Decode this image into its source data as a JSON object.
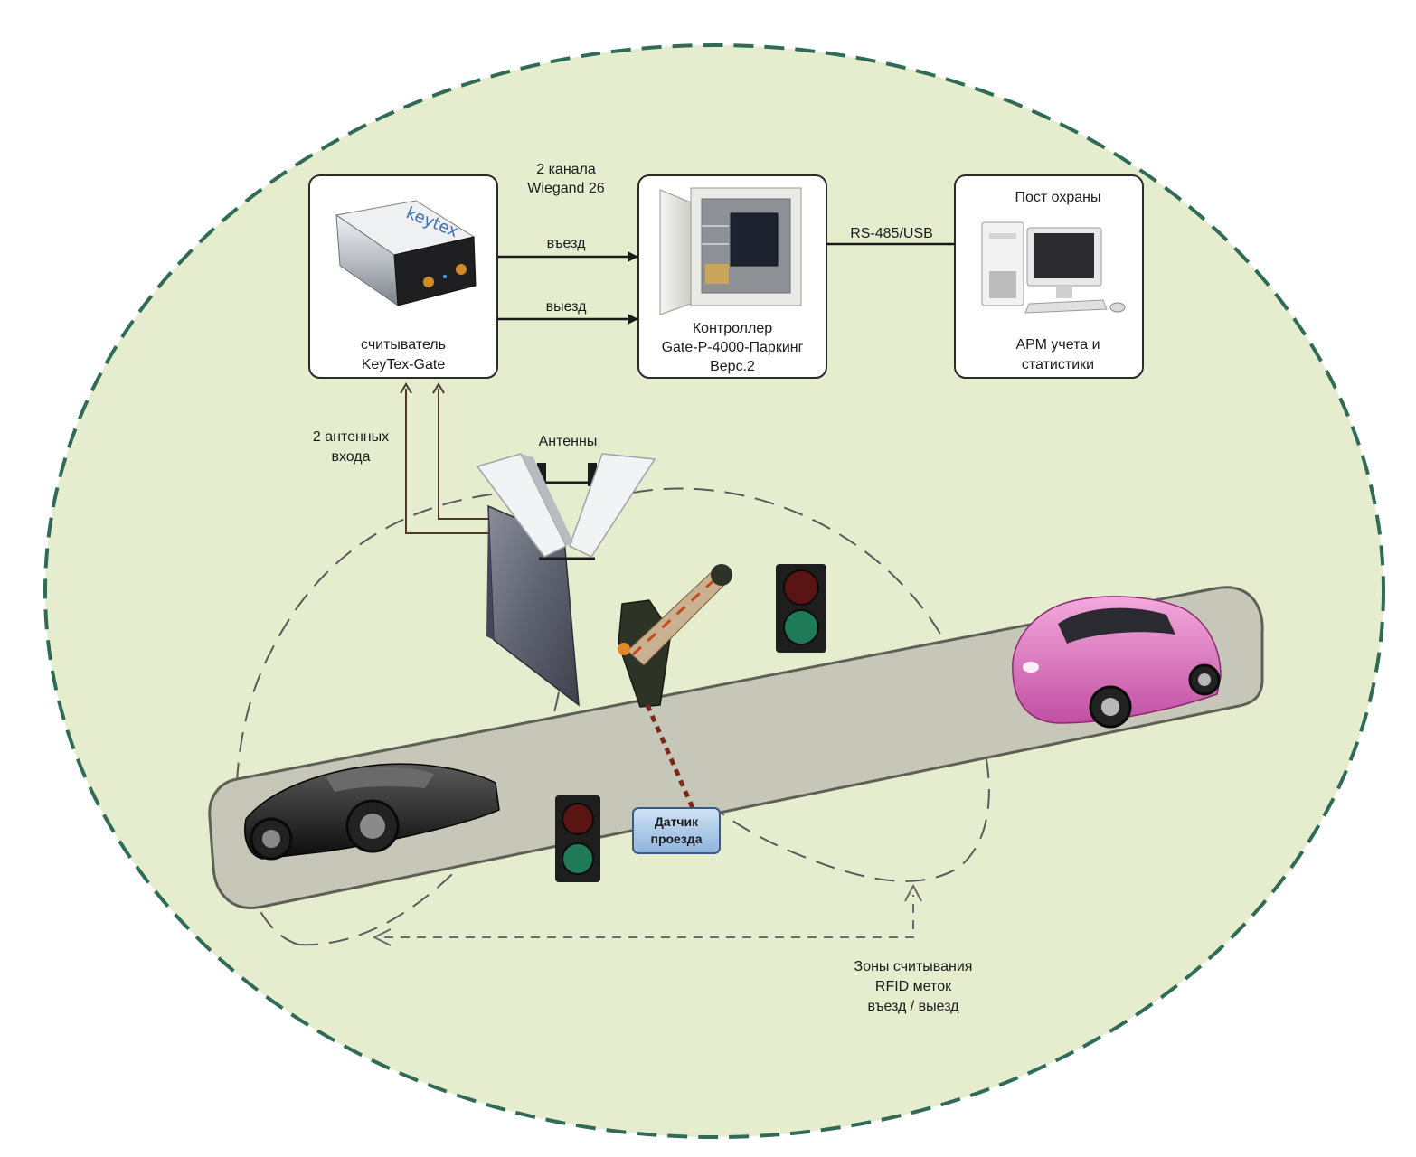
{
  "reader": {
    "label_line1": "считыватель",
    "label_line2": "KeyTex-Gate",
    "brand": "keytex"
  },
  "controller": {
    "label_line1": "Контроллер",
    "label_line2": "Gate-P-4000-Паркинг",
    "label_line3": "Верс.2"
  },
  "security_post": {
    "title": "Пост охраны",
    "label_line1": "АРМ учета и",
    "label_line2": "статистики"
  },
  "links": {
    "channels_line1": "2 канала",
    "channels_line2": "Wiegand 26",
    "entry": "въезд",
    "exit": "выезд",
    "rs485": "RS-485/USB"
  },
  "antennas": {
    "title": "Антенны",
    "inputs_line1": "2 антенных",
    "inputs_line2": "входа"
  },
  "sensor": {
    "label_line1": "Датчик",
    "label_line2": "проезда"
  },
  "zones": {
    "label_line1": "Зоны считывания",
    "label_line2": "RFID меток",
    "label_line3": "въезд / выезд"
  },
  "colors": {
    "background": "#e6edcf",
    "border_dash": "#2f6b55",
    "road": "#c6c7b8",
    "box_stroke": "#2b2b2b",
    "sensor_fill": "#a9c8e8",
    "pink_car": "#e27fc8",
    "black_car": "#1c1c1c"
  }
}
